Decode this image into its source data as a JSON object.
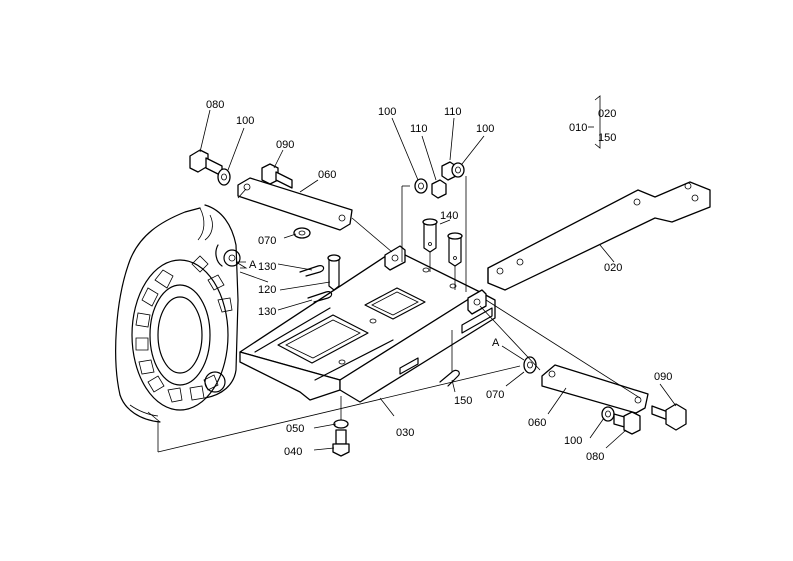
{
  "callouts": [
    {
      "id": "080-top",
      "text": "080"
    },
    {
      "id": "100-top-left",
      "text": "100"
    },
    {
      "id": "090-top",
      "text": "090"
    },
    {
      "id": "060-top",
      "text": "060"
    },
    {
      "id": "070-top",
      "text": "070"
    },
    {
      "id": "a-left",
      "text": "A"
    },
    {
      "id": "130-upper",
      "text": "130"
    },
    {
      "id": "120",
      "text": "120"
    },
    {
      "id": "130-lower",
      "text": "130"
    },
    {
      "id": "100-center-left",
      "text": "100"
    },
    {
      "id": "110-center-left",
      "text": "110"
    },
    {
      "id": "110-center-right",
      "text": "110"
    },
    {
      "id": "100-center-right",
      "text": "100"
    },
    {
      "id": "140",
      "text": "140"
    },
    {
      "id": "010",
      "text": "010"
    },
    {
      "id": "020-group",
      "text": "020"
    },
    {
      "id": "150-group",
      "text": "150"
    },
    {
      "id": "020-bar",
      "text": "020"
    },
    {
      "id": "a-right",
      "text": "A"
    },
    {
      "id": "070-bottom",
      "text": "070"
    },
    {
      "id": "150-bottom",
      "text": "150"
    },
    {
      "id": "090-bottom",
      "text": "090"
    },
    {
      "id": "060-bottom",
      "text": "060"
    },
    {
      "id": "100-bottom",
      "text": "100"
    },
    {
      "id": "080-bottom",
      "text": "080"
    },
    {
      "id": "050",
      "text": "050"
    },
    {
      "id": "030",
      "text": "030"
    },
    {
      "id": "040",
      "text": "040"
    }
  ]
}
